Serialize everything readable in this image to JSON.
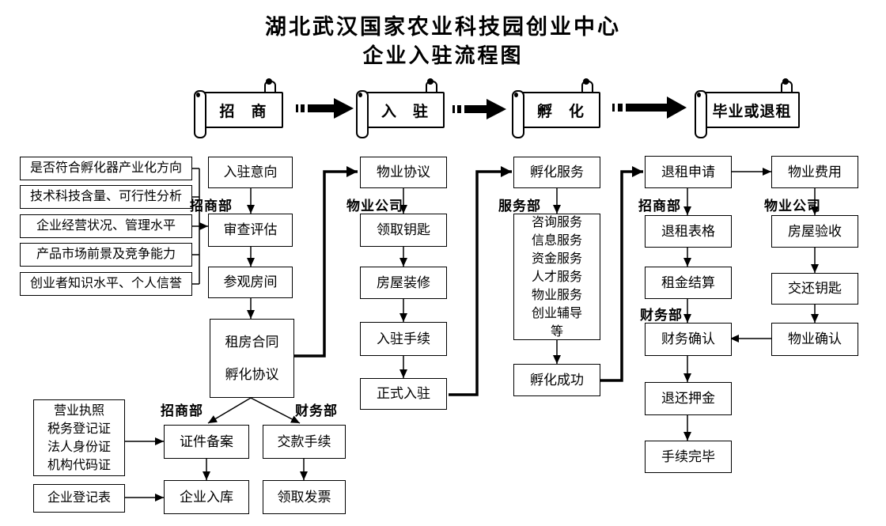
{
  "title": {
    "line1": "湖北武汉国家农业科技园创业中心",
    "line2": "企业入驻流程图"
  },
  "phases": [
    {
      "label": "招　商"
    },
    {
      "label": "入　驻"
    },
    {
      "label": "孵　化"
    },
    {
      "label": "毕业或退租"
    }
  ],
  "criteria": [
    "是否符合孵化器产业化方向",
    "技术科技含量、可行性分析",
    "企业经营状况、管理水平",
    "产品市场前景及竞争能力",
    "创业者知识水平、个人信誉"
  ],
  "depts": {
    "zhaoshang1": "招商部",
    "wuye1": "物业公司",
    "fuwu": "服务部",
    "zhaoshang2": "招商部",
    "caiwu2": "财务部",
    "wuye2": "物业公司",
    "zhaoshang3": "招商部",
    "caiwu3": "财务部"
  },
  "nodes": {
    "intent": "入驻意向",
    "review": "审查评估",
    "visit": "参观房间",
    "contract1": "租房合同",
    "contract2": "孵化协议",
    "docs": [
      "营业执照",
      "税务登记证",
      "法人身份证",
      "机构代码证"
    ],
    "regform": "企业登记表",
    "filing": "证件备案",
    "registry": "企业入库",
    "payment": "交款手续",
    "invoice": "领取发票",
    "property_agreement": "物业协议",
    "keys": "领取钥匙",
    "renovation": "房屋装修",
    "checkin": "入驻手续",
    "official": "正式入驻",
    "incubation": "孵化服务",
    "services": [
      "咨询服务",
      "信息服务",
      "资金服务",
      "人才服务",
      "物业服务",
      "创业辅导",
      "等"
    ],
    "success": "孵化成功",
    "terminate": "退租申请",
    "termform": "退租表格",
    "rent": "租金结算",
    "finance": "财务确认",
    "deposit": "退还押金",
    "complete": "手续完毕",
    "fee": "物业费用",
    "inspection": "房屋验收",
    "returnkeys": "交还钥匙",
    "propconfirm": "物业确认"
  }
}
